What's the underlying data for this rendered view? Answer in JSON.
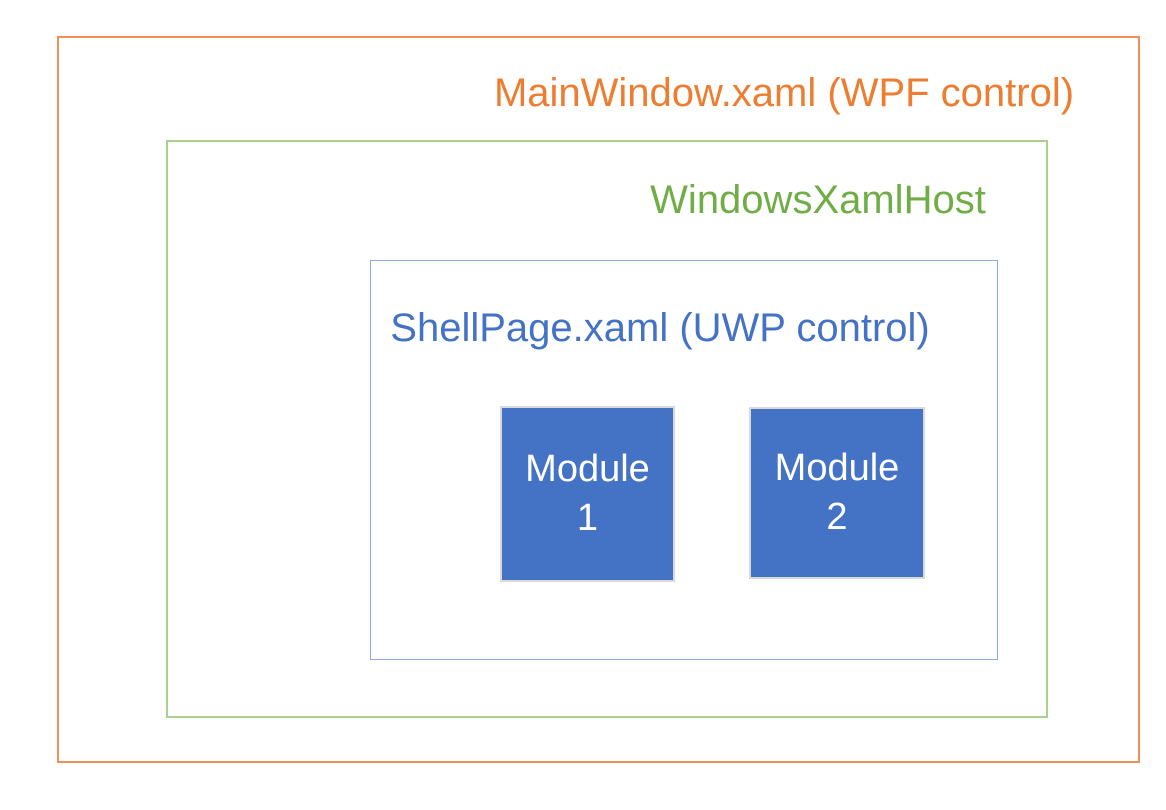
{
  "diagram": {
    "title": "MainWindow.xaml (WPF control)",
    "outer_box": {
      "label": "MainWindow.xaml (WPF control)",
      "text_color": "#ED7D31",
      "border_color": "#F0915B"
    },
    "host_box": {
      "label": "WindowsXamlHost",
      "text_color": "#70AD47",
      "border_color": "#A9D18E"
    },
    "shell_box": {
      "label": "ShellPage.xaml (UWP control)",
      "text_color": "#4472C4",
      "border_color": "#8FAADC"
    },
    "modules": [
      {
        "label_line1": "Module",
        "label_line2": "1",
        "fill_color": "#4472C4",
        "text_color": "#FFFFFF",
        "border_color": "#D9D9D9"
      },
      {
        "label_line1": "Module",
        "label_line2": "2",
        "fill_color": "#4472C4",
        "text_color": "#FFFFFF",
        "border_color": "#D9D9D9"
      }
    ]
  }
}
